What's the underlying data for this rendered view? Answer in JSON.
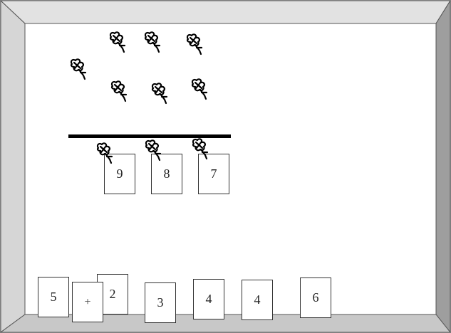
{
  "top_cards": [
    {
      "label": "9"
    },
    {
      "label": "8"
    },
    {
      "label": "7"
    }
  ],
  "bottom_cards": [
    {
      "label": "5"
    },
    {
      "label": "+"
    },
    {
      "label": "2"
    },
    {
      "label": "3"
    },
    {
      "label": "4"
    },
    {
      "label": "4"
    },
    {
      "label": "6"
    }
  ],
  "pushpin_count": 10,
  "colors": {
    "wall": "#ffffff",
    "floor": "#c8c8c8",
    "right_wall": "#9e9e9e",
    "frame": "#d2d2d2",
    "bar": "#000000"
  }
}
